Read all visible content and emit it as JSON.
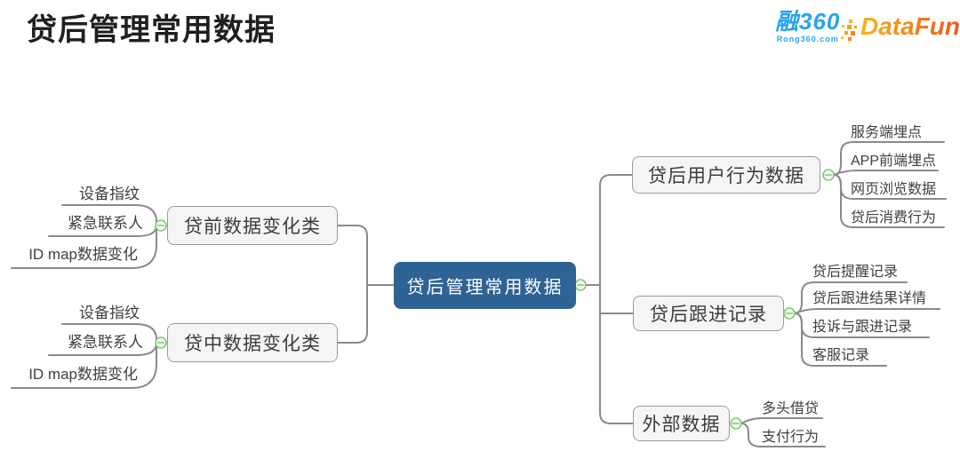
{
  "page": {
    "title": "贷后管理常用数据"
  },
  "header": {
    "rong360_logo": {
      "text": "融360",
      "subtext": "Rong360.com"
    },
    "datafun_logo": {
      "text": "DataFun",
      "period": "."
    }
  },
  "colors": {
    "title_text": "#1f1f1f",
    "root_fill": "#2f6295",
    "root_text": "#ffffff",
    "box_fill": "#f5f5f5",
    "box_border": "#9b9b9b",
    "box_text": "#3c3c3c",
    "leaf_text": "#3f3f3f",
    "line": "#8a8a8a",
    "collapse_green": "#82c878",
    "collapse_fill": "#f4faf2",
    "rong_blue": "#29a3ee",
    "datafun_orange_start": "#f9b517",
    "datafun_orange_end": "#f0581c",
    "datafun_red": "#e8380d"
  },
  "mindmap": {
    "root": {
      "label": "贷后管理常用数据"
    },
    "left_branches": [
      {
        "label": "贷前数据变化类",
        "children": [
          "设备指纹",
          "紧急联系人",
          "ID map数据变化"
        ]
      },
      {
        "label": "贷中数据变化类",
        "children": [
          "设备指纹",
          "紧急联系人",
          "ID map数据变化"
        ]
      }
    ],
    "right_branches": [
      {
        "label": "贷后用户行为数据",
        "children": [
          "服务端埋点",
          "APP前端埋点",
          "网页浏览数据",
          "贷后消费行为"
        ]
      },
      {
        "label": "贷后跟进记录",
        "children": [
          "贷后提醒记录",
          "贷后跟进结果详情",
          "投诉与跟进记录",
          "客服记录"
        ]
      },
      {
        "label": "外部数据",
        "children": [
          "多头借贷",
          "支付行为"
        ]
      }
    ]
  }
}
